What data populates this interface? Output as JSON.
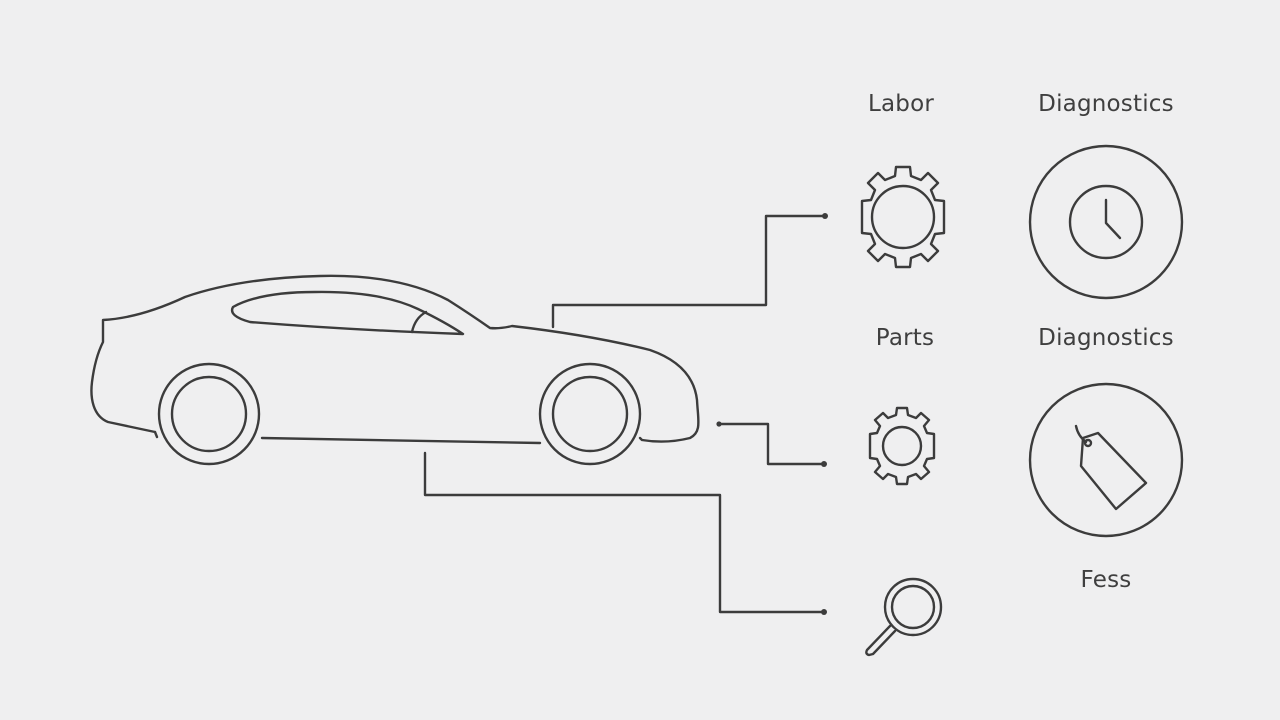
{
  "labels": {
    "labor": "Labor",
    "diagnostics_top": "Diagnostics",
    "parts": "Parts",
    "diagnostics_mid": "Diagnostics",
    "fees": "Fess"
  },
  "icons": {
    "car": "car-outline-icon",
    "gear_large": "gear-icon",
    "gear_small": "gear-icon",
    "magnifier": "magnifying-glass-icon",
    "clock": "clock-icon",
    "price_tag": "price-tag-icon"
  },
  "colors": {
    "background": "#efeff0",
    "stroke": "#3c3c3c",
    "text": "#3f3f3f"
  }
}
